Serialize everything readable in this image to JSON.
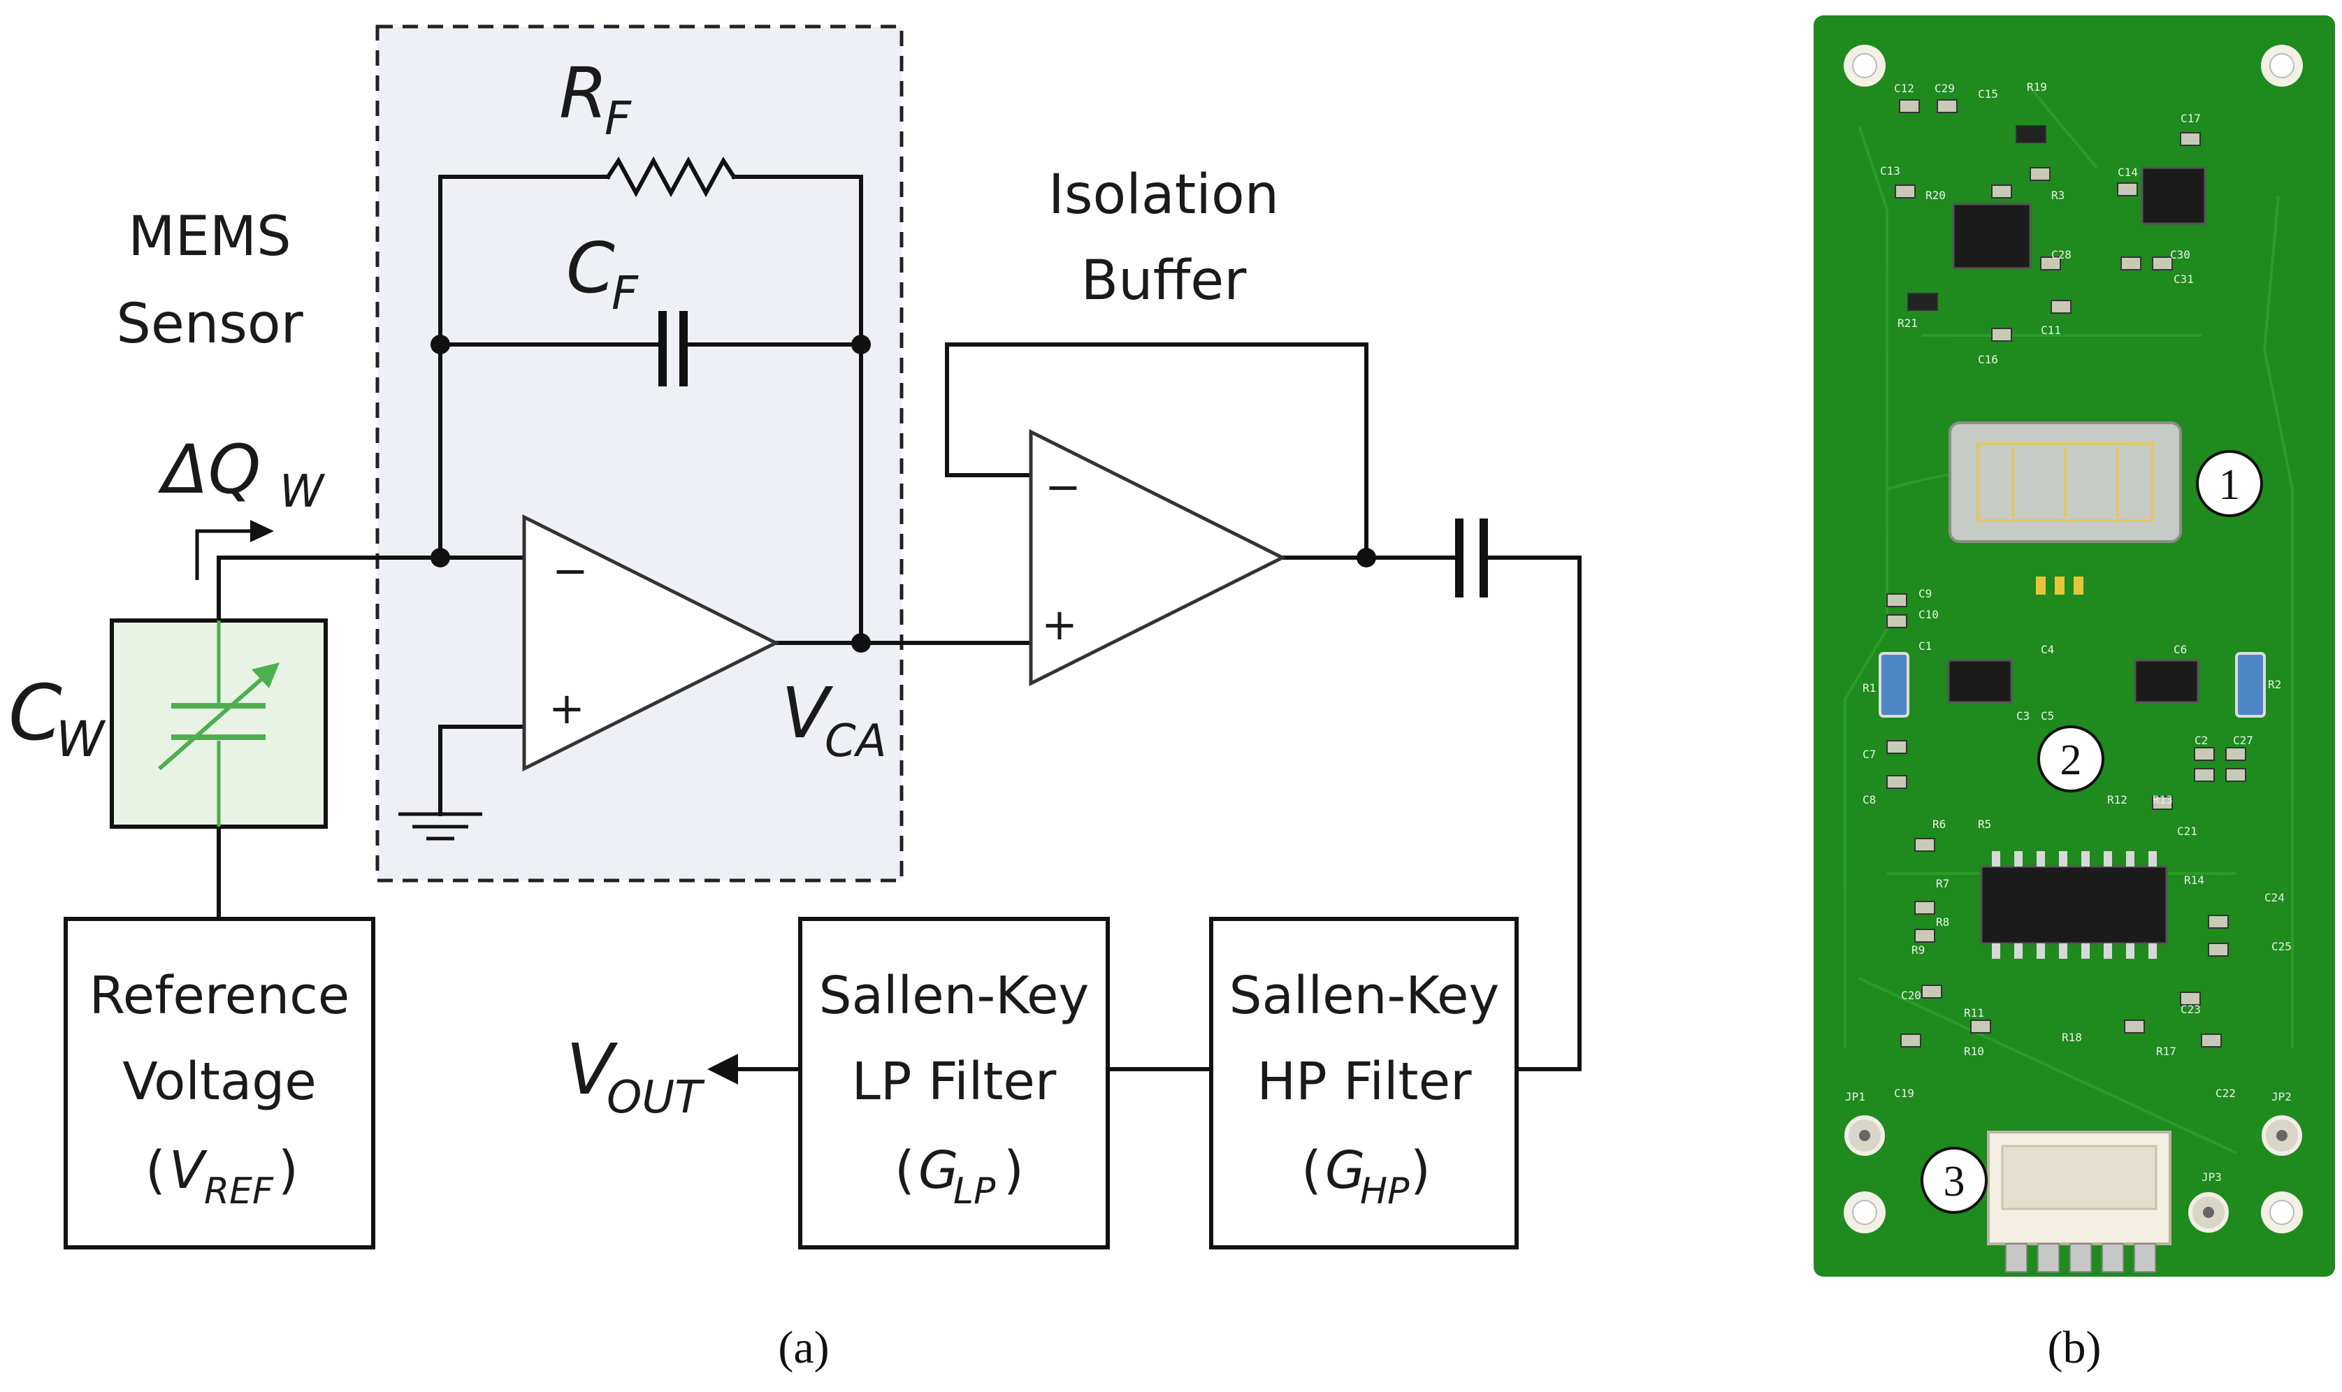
{
  "panel_a": {
    "mems_title": [
      "MEMS",
      "Sensor"
    ],
    "delta_q": {
      "main": "ΔQ",
      "sub": "W"
    },
    "cw": {
      "main": "C",
      "sub": "W"
    },
    "rf": {
      "main": "R",
      "sub": "F"
    },
    "cf": {
      "main": "C",
      "sub": "F"
    },
    "vca": {
      "main": "V",
      "sub": "CA"
    },
    "isolation": [
      "Isolation",
      "Buffer"
    ],
    "ref_box": {
      "line1": "Reference",
      "line2": "Voltage",
      "open": "(",
      "sym": "V",
      "sub": "REF",
      "close": ")"
    },
    "lp_box": {
      "line1": "Sallen-Key",
      "line2": "LP Filter",
      "open": "(",
      "sym": "G",
      "sub": "LP",
      "close": ")"
    },
    "hp_box": {
      "line1": "Sallen-Key",
      "line2": "HP Filter",
      "open": "(",
      "sym": "G",
      "sub": "HP",
      "close": ")"
    },
    "vout": {
      "main": "V",
      "sub": "OUT"
    },
    "minus": "−",
    "plus": "+",
    "caption": "(a)"
  },
  "panel_b": {
    "markers": [
      "1",
      "2",
      "3"
    ],
    "silkscreen": [
      "C12",
      "C29",
      "R19",
      "C15",
      "C17",
      "C13",
      "R20",
      "R3",
      "C14",
      "C28",
      "C30",
      "C31",
      "R21",
      "C11",
      "C16",
      "C9",
      "C10",
      "C1",
      "C4",
      "C6",
      "R1",
      "R2",
      "C3",
      "C5",
      "C7",
      "C2",
      "C27",
      "C8",
      "R6",
      "R5",
      "R12",
      "R13",
      "C21",
      "R7",
      "R8",
      "R9",
      "R14",
      "C24",
      "C25",
      "C20",
      "R11",
      "R10",
      "R18",
      "R17",
      "C23",
      "C19",
      "C22",
      "JP1",
      "JP2",
      "JP3"
    ],
    "caption": "(b)"
  },
  "colors": {
    "pcb": "#1f8a1e",
    "pcb_dark": "#157015",
    "sensor_fill": "#e9f3e5",
    "sensor_arrow": "#4caf50",
    "shade": "#eef0f6"
  }
}
